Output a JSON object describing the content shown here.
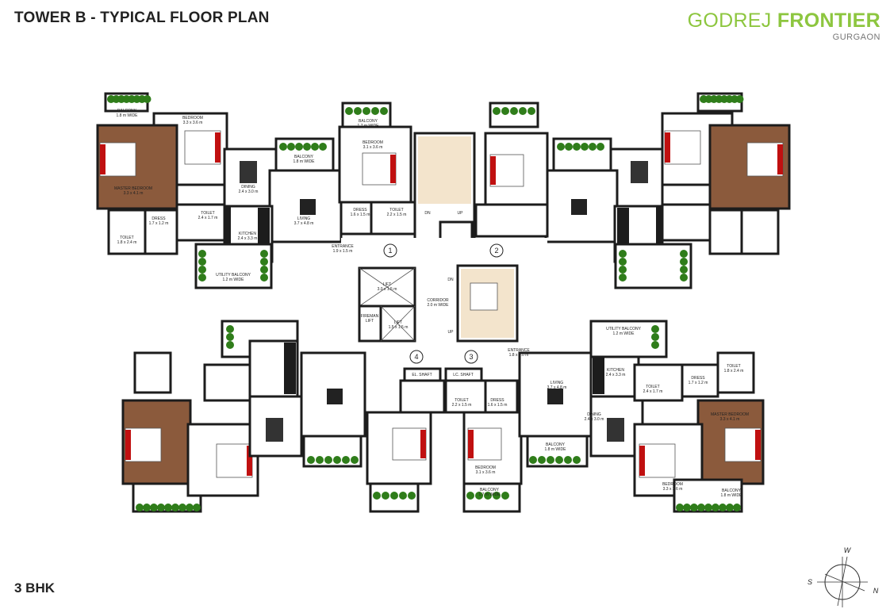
{
  "header": {
    "title": "TOWER B - TYPICAL FLOOR PLAN",
    "brand_first": "GODREJ",
    "brand_second": "FRONTIER",
    "brand_location": "GURGAON"
  },
  "footer": {
    "unit_type": "3 BHK"
  },
  "colors": {
    "brand_green": "#8dc63f",
    "wall": "#1c1c1c",
    "master_floor": "#8b5a3c",
    "plant": "#2f7d1a",
    "bed_red": "#c01010",
    "stair": "#f3e4cc"
  },
  "plan": {
    "unit1": {
      "balcony_top": [
        "BALCONY",
        "1.8 m WIDE"
      ],
      "bedroom": [
        "BEDROOM",
        "3.3 x 3.6 m"
      ],
      "balcony_mid": [
        "BALCONY",
        "1.8 m WIDE"
      ],
      "dining": [
        "DINING",
        "2.4 x 3.0 m"
      ],
      "living": [
        "LIVING",
        "3.7 x 4.8 m"
      ],
      "master": [
        "MASTER BEDROOM",
        "3.3 x 4.1 m"
      ],
      "dress": [
        "DRESS",
        "1.7 x 1.2 m"
      ],
      "toilet_a": [
        "TOILET",
        "2.4 x 1.7 m"
      ],
      "toilet_b": [
        "TOILET",
        "1.8 x 2.4 m"
      ],
      "kitchen": [
        "KITCHEN",
        "2.4 x 3.3 m"
      ],
      "utility": [
        "UTILITY BALCONY",
        "1.2 m WIDE"
      ],
      "entrance": [
        "ENTRANCE",
        "1.9 x 1.5 m"
      ]
    },
    "unit1_bedroom2": {
      "balcony": [
        "BALCONY",
        "1.7 m WIDE"
      ],
      "bedroom": [
        "BEDROOM",
        "3.1 x 3.6 m"
      ],
      "dress": [
        "DRESS",
        "1.6 x 1.5 m"
      ],
      "toilet": [
        "TOILET",
        "2.2 x 1.5 m"
      ]
    },
    "core": {
      "stair_dn": "DN",
      "stair_up": "UP",
      "lift_a": [
        "LIFT",
        "3.0 x 1.5 m"
      ],
      "lift_b": [
        "LIFT",
        "1.5 x 1.5 m"
      ],
      "fireman_lift": [
        "FIREMAN",
        "LIFT"
      ],
      "corridor": [
        "CORRIDOR",
        "2.0 m WIDE"
      ],
      "shaft_left": "EL. SHAFT",
      "shaft_right": "LC. SHAFT"
    },
    "unit3": {
      "entrance": [
        "ENTRANCE",
        "1.8 x 2.0 m"
      ],
      "living": [
        "LIVING",
        "3.7 x 4.8 m"
      ],
      "kitchen": [
        "KITCHEN",
        "2.4 x 3.3 m"
      ],
      "utility": [
        "UTILITY BALCONY",
        "1.2 m WIDE"
      ],
      "toilet_a": [
        "TOILET",
        "2.4 x 1.7 m"
      ],
      "toilet_b": [
        "TOILET",
        "1.8 x 2.4 m"
      ],
      "dress": [
        "DRESS",
        "1.7 x 1.2 m"
      ],
      "master": [
        "MASTER BEDROOM",
        "3.3 x 4.1 m"
      ],
      "dining": [
        "DINING",
        "2.4 x 3.0 m"
      ],
      "balcony_mid": [
        "BALCONY",
        "1.8 m WIDE"
      ],
      "bedroom": [
        "BEDROOM",
        "3.3 x 3.6 m"
      ],
      "balcony_bottom": [
        "BALCONY",
        "1.8 m WIDE"
      ]
    },
    "unit3_bedroom2": {
      "toilet": [
        "TOILET",
        "2.2 x 1.5 m"
      ],
      "dress": [
        "DRESS",
        "1.6 x 1.5 m"
      ],
      "bedroom": [
        "BEDROOM",
        "3.1 x 3.6 m"
      ],
      "balcony": [
        "BALCONY",
        "1.7 m WIDE"
      ]
    },
    "unit_numbers": [
      "1",
      "2",
      "3",
      "4"
    ]
  },
  "compass": {
    "w": "W",
    "s": "S",
    "n": "N"
  }
}
